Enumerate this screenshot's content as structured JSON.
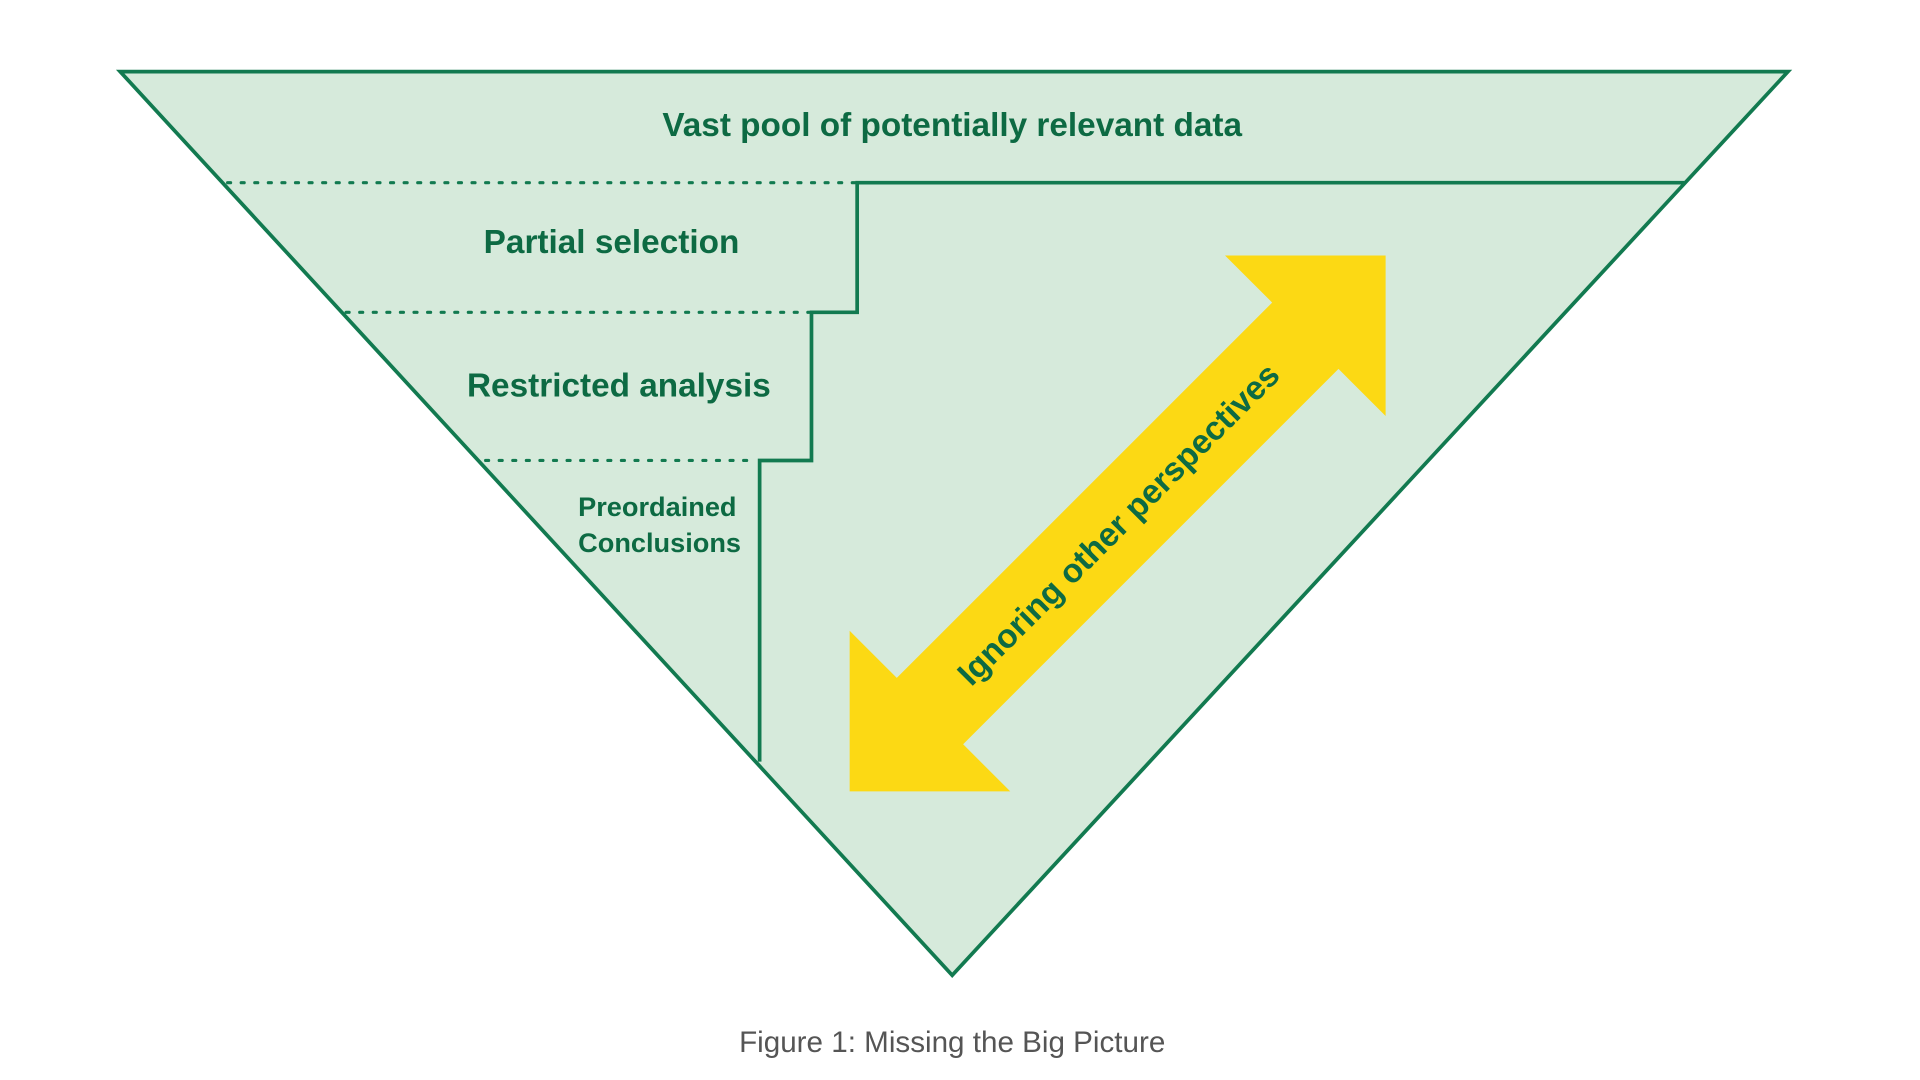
{
  "diagram": {
    "levels": {
      "top": "Vast pool of potentially relevant data",
      "second": "Partial selection",
      "third": "Restricted analysis",
      "fourth_line1": "Preordained",
      "fourth_line2": "Conclusions"
    },
    "arrow_label": "Ignoring other perspectives",
    "caption": "Figure 1: Missing the Big Picture"
  },
  "colors": {
    "fill": "#d6eadb",
    "stroke": "#127a50",
    "text": "#0d6a43",
    "arrow": "#fcd914",
    "caption": "#555555"
  }
}
